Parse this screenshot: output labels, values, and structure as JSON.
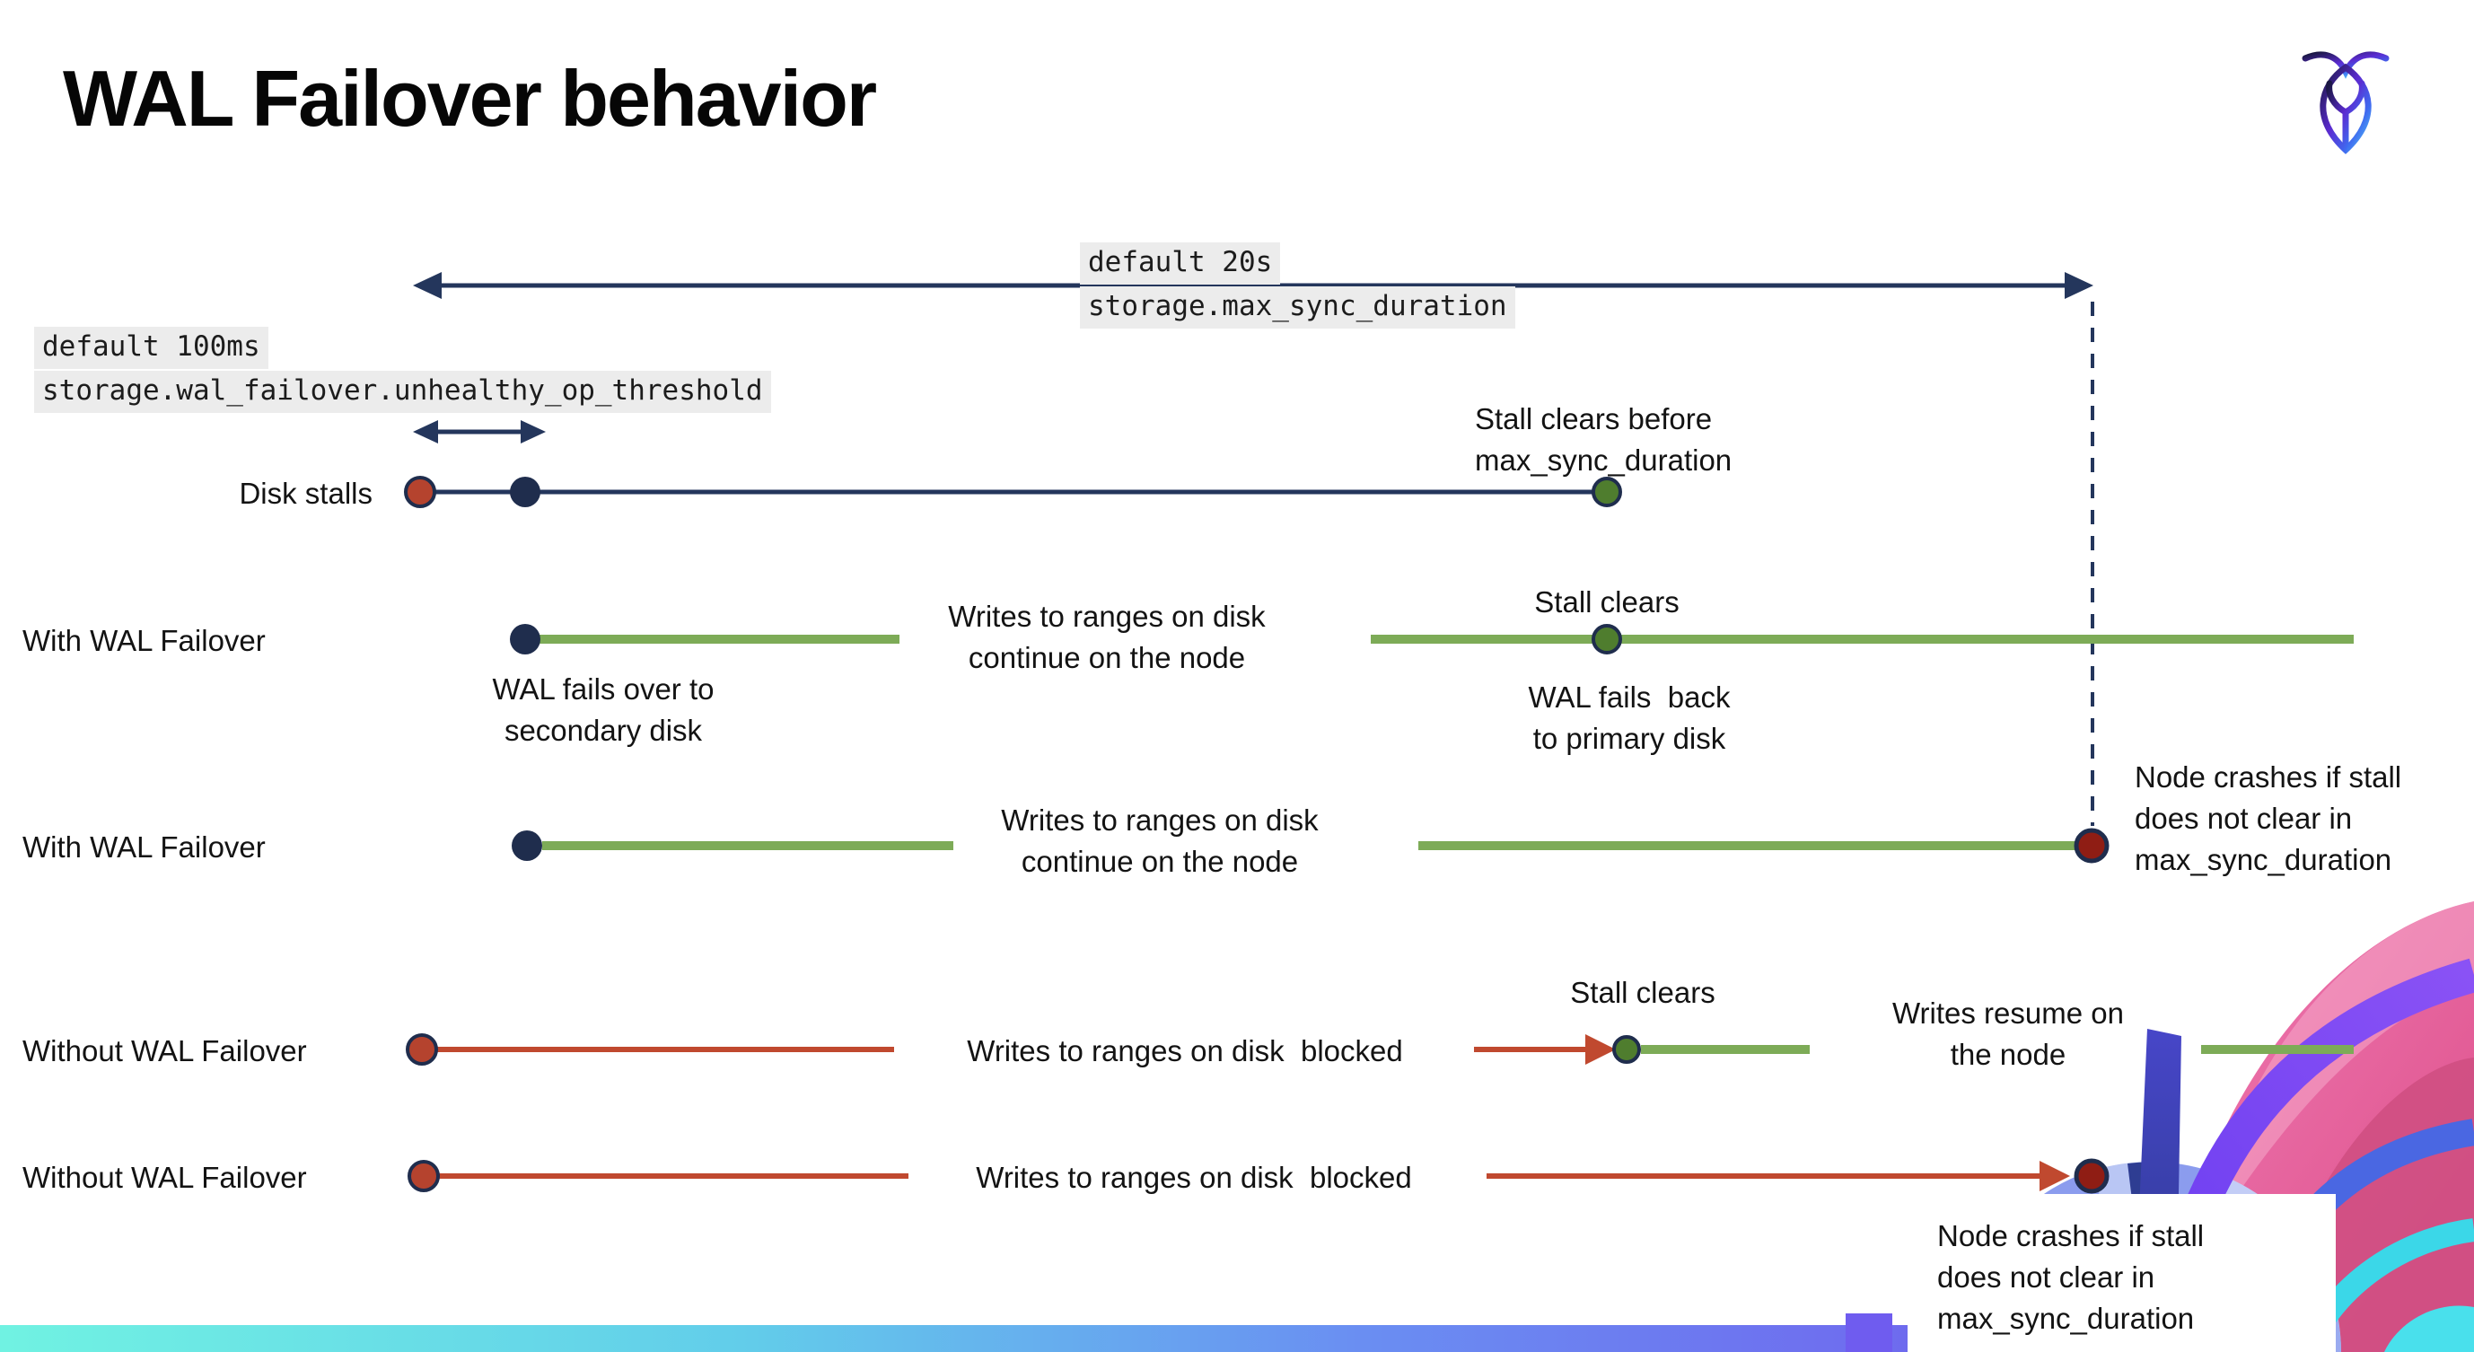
{
  "title": "WAL Failover behavior",
  "logo": "cockroachdb-mark",
  "annotations": {
    "max_sync": {
      "line1": "default 20s",
      "line2": "storage.max_sync_duration"
    },
    "unhealthy": {
      "line1": "default 100ms",
      "line2": "storage.wal_failover.unhealthy_op_threshold"
    }
  },
  "rows": {
    "disk_stalls": {
      "label": "Disk stalls",
      "note_stall_clears": "Stall clears before\nmax_sync_duration"
    },
    "with_wal_1": {
      "label": "With WAL Failover",
      "note_writes": "Writes to ranges on disk\ncontinue on the node",
      "note_failover": "WAL fails over to\nsecondary disk",
      "note_stall_clears": "Stall clears",
      "note_failback": "WAL fails  back\nto primary disk"
    },
    "with_wal_2": {
      "label": "With WAL Failover",
      "note_writes": "Writes to ranges on disk\ncontinue on the node",
      "note_crash": "Node crashes if stall\ndoes not clear in\nmax_sync_duration"
    },
    "without_wal_1": {
      "label": "Without WAL Failover",
      "note_blocked": "Writes to ranges on disk  blocked",
      "note_stall_clears": "Stall clears",
      "note_resume": "Writes resume on\nthe node"
    },
    "without_wal_2": {
      "label": "Without WAL Failover",
      "note_blocked": "Writes to ranges on disk  blocked",
      "note_crash": "Node crashes if stall\ndoes not clear in\nmax_sync_duration"
    }
  },
  "colors": {
    "navy": "#1f2d4d",
    "navy_line": "#24365c",
    "green_line": "#7dab57",
    "green_dot": "#4f7d2e",
    "red_dot": "#b5432e",
    "red_line": "#c0492f",
    "crash_red": "#8f1d14",
    "label_bg": "#ececec",
    "bar_gradient_left": "#70f2e2",
    "bar_gradient_right": "#7a52f0"
  }
}
